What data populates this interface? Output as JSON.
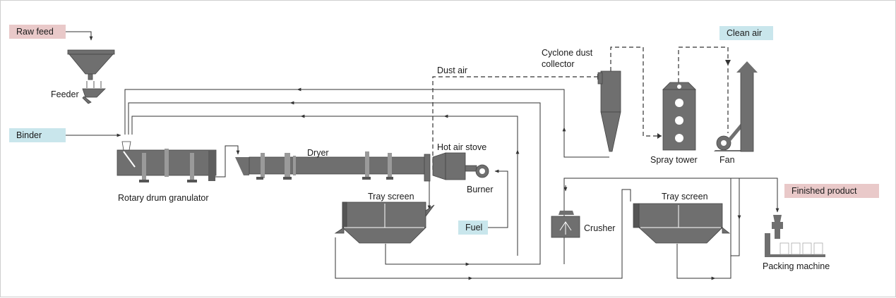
{
  "title": "",
  "inputs": {
    "raw_feed": "Raw feed",
    "binder": "Binder",
    "fuel": "Fuel"
  },
  "outputs": {
    "clean_air": "Clean air",
    "finished_product": "Finished product"
  },
  "equipment": {
    "feeder": "Feeder",
    "granulator": "Rotary drum granulator",
    "dryer": "Dryer",
    "hot_air_stove": "Hot air stove",
    "burner": "Burner",
    "tray_screen_1": "Tray screen",
    "tray_screen_2": "Tray screen",
    "crusher": "Crusher",
    "cyclone_line1": "Cyclone dust",
    "cyclone_line2": "collector",
    "spray_tower": "Spray tower",
    "fan": "Fan",
    "packing_machine": "Packing machine"
  },
  "streams": {
    "dust_air": "Dust air"
  },
  "colors": {
    "equipment": "#6f6f6f",
    "line": "#333333",
    "input_tag": "#c9e6ec",
    "product_tag": "#e9c9c9"
  }
}
